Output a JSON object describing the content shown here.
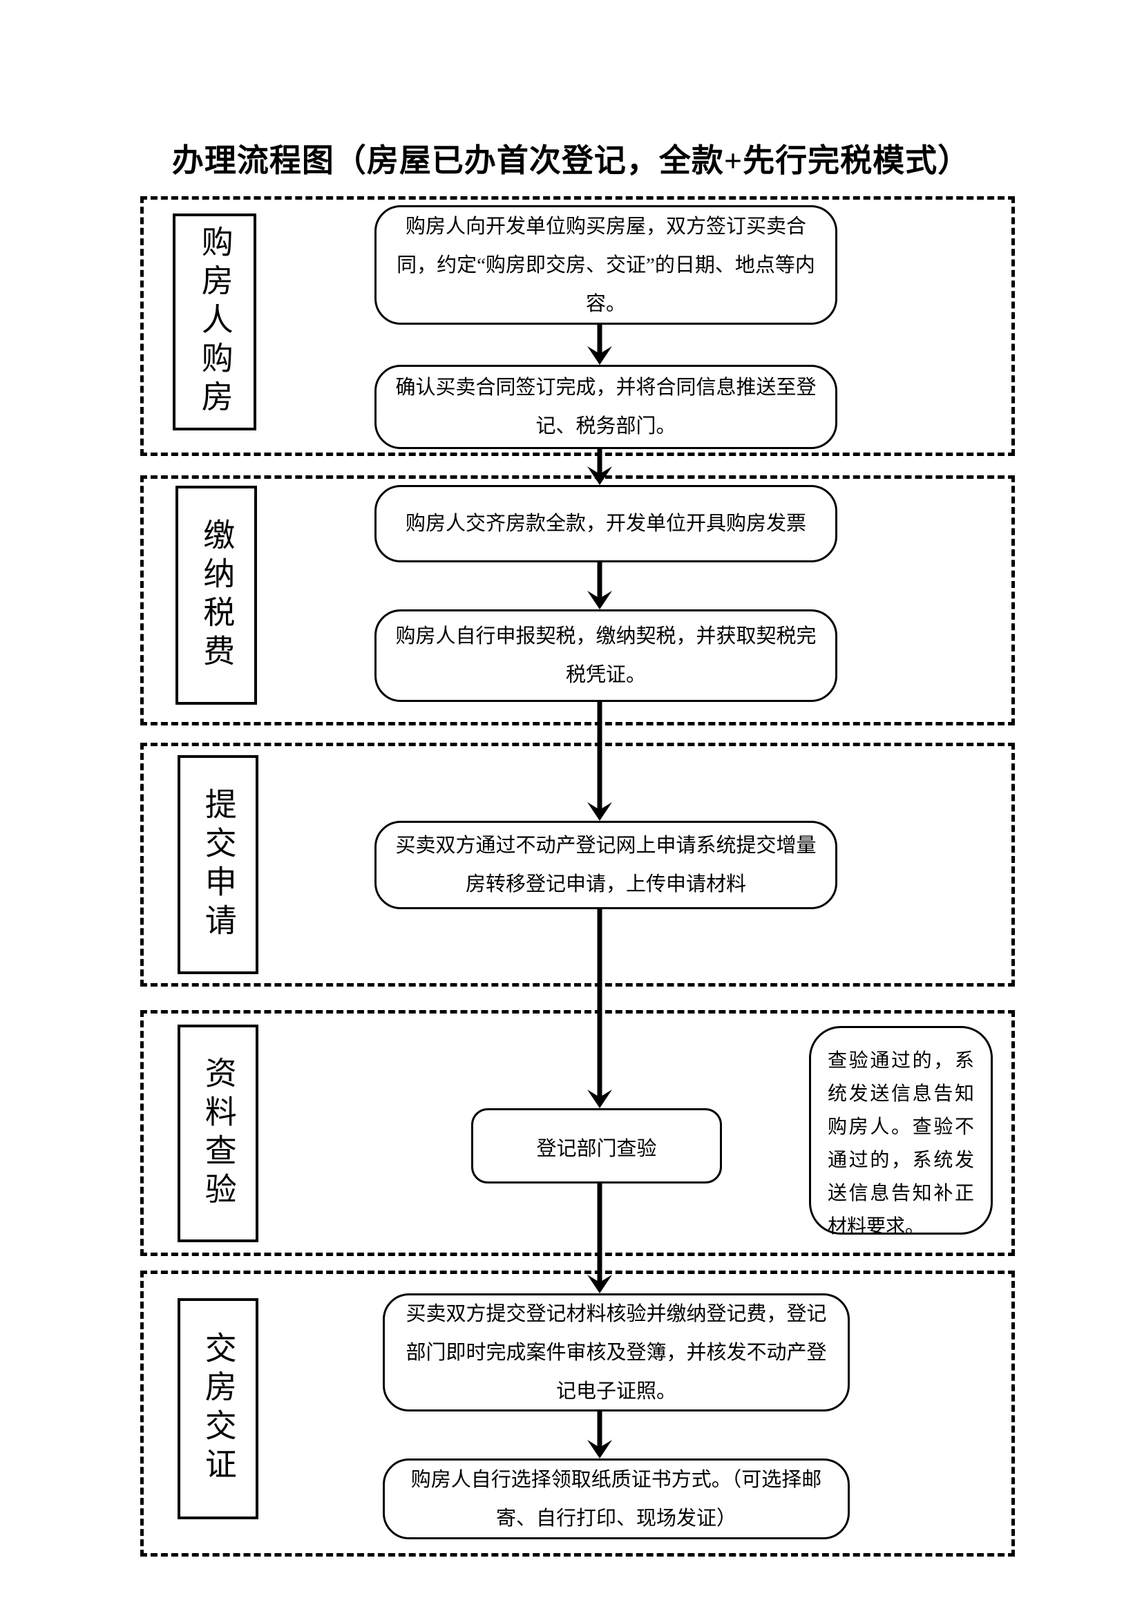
{
  "title": "办理流程图（房屋已办首次登记，全款+先行完税模式）",
  "stages": [
    {
      "label": "购房人购房",
      "steps": [
        "购房人向开发单位购买房屋，双方签订买卖合同，约定“购房即交房、交证”的日期、地点等内容。",
        "确认买卖合同签订完成，并将合同信息推送至登记、税务部门。"
      ]
    },
    {
      "label": "缴纳税费",
      "steps": [
        "购房人交齐房款全款，开发单位开具购房发票",
        "购房人自行申报契税，缴纳契税，并获取契税完税凭证。"
      ]
    },
    {
      "label": "提交申请",
      "steps": [
        "买卖双方通过不动产登记网上申请系统提交增量房转移登记申请，上传申请材料"
      ]
    },
    {
      "label": "资料查验",
      "steps": [
        "登记部门查验"
      ],
      "note": "查验通过的，系统发送信息告知购房人。查验不通过的，系统发送信息告知补正材料要求。"
    },
    {
      "label": "交房交证",
      "steps": [
        "买卖双方提交登记材料核验并缴纳登记费，登记部门即时完成案件审核及登簿，并核发不动产登记电子证照。",
        "购房人自行选择领取纸质证书方式。（可选择邮寄、自行打印、现场发证）"
      ]
    }
  ],
  "colors": {
    "ink": "#000000",
    "background": "#ffffff"
  }
}
